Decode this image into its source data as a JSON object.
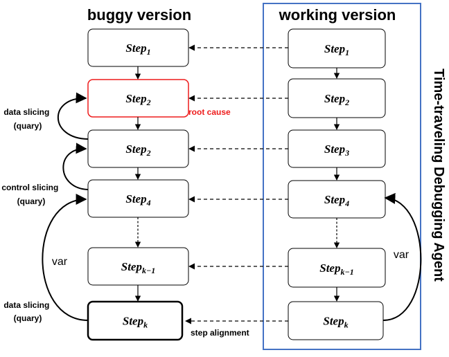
{
  "headers": {
    "buggy": "buggy version",
    "working": "working version"
  },
  "side_title": "Time-traveling Debugging Agent",
  "buggy_steps": [
    {
      "base": "Step",
      "sub": "1"
    },
    {
      "base": "Step",
      "sub": "2"
    },
    {
      "base": "Step",
      "sub": "2"
    },
    {
      "base": "Step",
      "sub": "4"
    },
    {
      "base": "Step",
      "sub": "k−1"
    },
    {
      "base": "Step",
      "sub": "k"
    }
  ],
  "working_steps": [
    {
      "base": "Step",
      "sub": "1"
    },
    {
      "base": "Step",
      "sub": "2"
    },
    {
      "base": "Step",
      "sub": "3"
    },
    {
      "base": "Step",
      "sub": "4"
    },
    {
      "base": "Step",
      "sub": "k−1"
    },
    {
      "base": "Step",
      "sub": "k"
    }
  ],
  "annotations": {
    "root_cause": "root cause",
    "step_alignment": "step alignment",
    "data_slicing_1": [
      "data slicing",
      "(quary)"
    ],
    "control_slicing": [
      "control slicing",
      "(quary)"
    ],
    "data_slicing_2": [
      "data slicing",
      "(quary)"
    ],
    "var_left": "var",
    "var_right": "var"
  },
  "colors": {
    "root_cause": "#ee1c1c",
    "frame": "#4472c4",
    "stroke": "#000000"
  }
}
